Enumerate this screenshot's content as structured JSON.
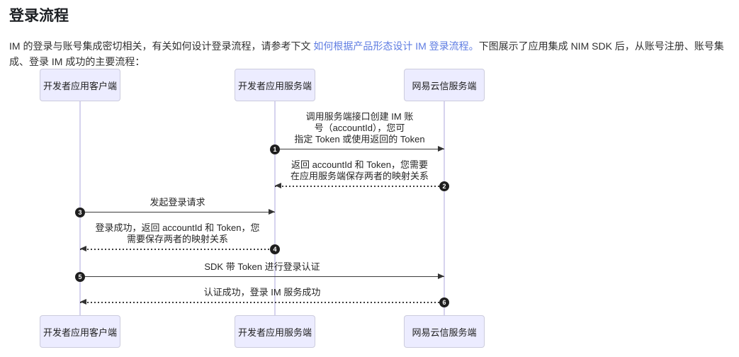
{
  "page": {
    "title": "登录流程",
    "intro": {
      "before_link": "IM 的登录与账号集成密切相关，有关如何设计登录流程，请参考下文 ",
      "link": "如何根据产品形态设计 IM 登录流程。",
      "after_link": "下图展示了应用集成 NIM SDK 后，从账号注册、账号集成、登录 IM 成功的主要流程："
    }
  },
  "diagram": {
    "type": "sequence",
    "actors": [
      "开发者应用客户端",
      "开发者应用服务端",
      "网易云信服务端"
    ],
    "messages": [
      {
        "num": "1",
        "from": 1,
        "to": 2,
        "style": "solid",
        "lines": [
          "调用服务端接口创建 IM 账",
          "号（accountId），您可",
          "指定 Token 或使用返回的 Token"
        ]
      },
      {
        "num": "2",
        "from": 2,
        "to": 1,
        "style": "dashed",
        "lines": [
          "返回 accountId 和 Token，您需要",
          "在应用服务端保存两者的映射关系"
        ]
      },
      {
        "num": "3",
        "from": 0,
        "to": 1,
        "style": "solid",
        "lines": [
          "发起登录请求"
        ]
      },
      {
        "num": "4",
        "from": 1,
        "to": 0,
        "style": "dashed",
        "lines": [
          "登录成功，返回 accountId 和 Token，您",
          "需要保存两者的映射关系"
        ]
      },
      {
        "num": "5",
        "from": 0,
        "to": 2,
        "style": "solid",
        "lines": [
          "SDK 带 Token 进行登录认证"
        ]
      },
      {
        "num": "6",
        "from": 2,
        "to": 0,
        "style": "dashed",
        "lines": [
          "认证成功，登录 IM 服务成功"
        ]
      }
    ],
    "colors": {
      "actor_fill": "#ececff",
      "actor_border": "#ccccdd",
      "lifeline": "#d6d3ee",
      "arrow": "#333333",
      "number_bg": "#1f1f1f",
      "number_text": "#ffffff",
      "link": "#5e7ce2"
    }
  }
}
